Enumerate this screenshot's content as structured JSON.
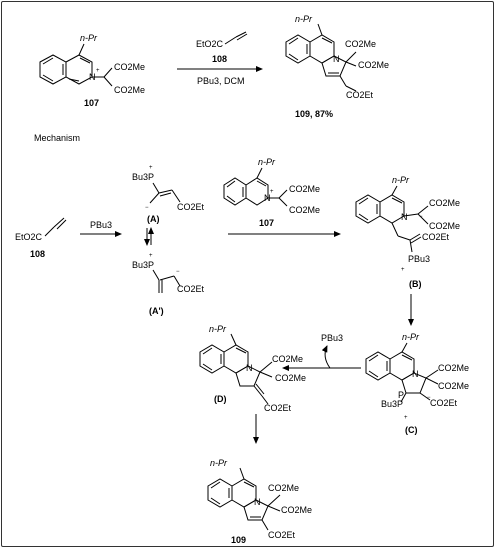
{
  "labels": {
    "n_pr": "n-Pr",
    "co2me": "CO2Me",
    "co2et": "CO2Et",
    "eto2c": "EtO2C",
    "pbu3": "PBu3",
    "bu3p": "Bu3P",
    "n": "N",
    "p": "P",
    "plus": "+",
    "minus": "−"
  },
  "compounds": {
    "c107": "107",
    "c108": "108",
    "c109": "109",
    "yield_109": "109, 87%",
    "A": "(A)",
    "A_prime": "(A')",
    "B": "(B)",
    "C": "(C)",
    "D": "(D)"
  },
  "reaction": {
    "reagent_above": "108",
    "conditions_below": "PBu3, DCM",
    "reagent_step1": "PBu3",
    "released": "PBu3"
  },
  "section": {
    "mechanism": "Mechanism"
  }
}
